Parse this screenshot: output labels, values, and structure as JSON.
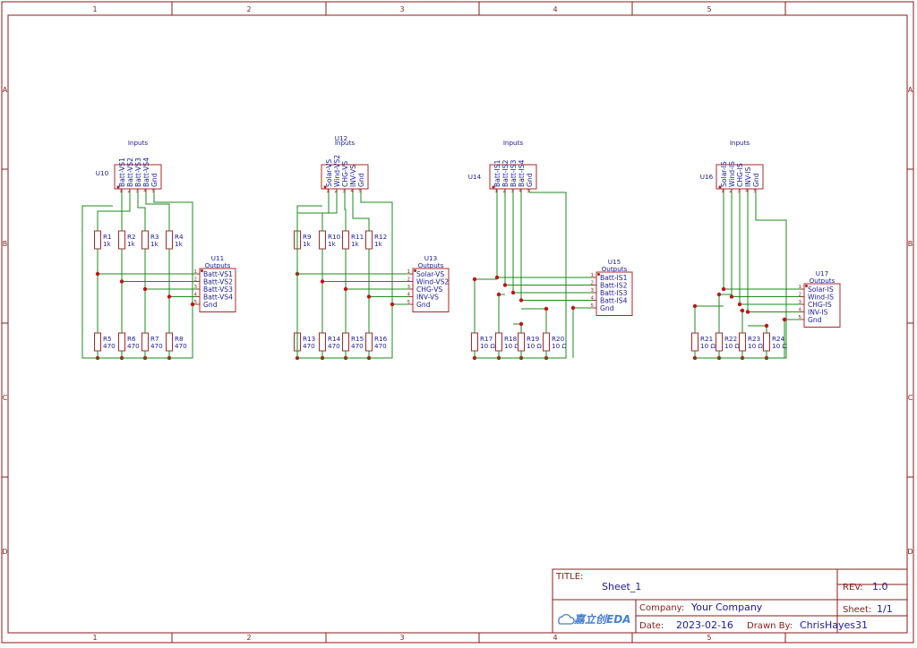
{
  "zones": {
    "columns": [
      "1",
      "2",
      "3",
      "4",
      "5"
    ],
    "rows": [
      "A",
      "B",
      "C",
      "D"
    ]
  },
  "colors": {
    "frame": "#8b1a1a",
    "wire": "#1c8a1c",
    "component": "#a8282a",
    "label": "#1a1a9e",
    "junction": "#c01414"
  },
  "blocks": [
    {
      "input_ref": "U10",
      "input_title": "Inputs",
      "input_pins": [
        "Batt-VS1",
        "Batt-VS2",
        "Batt-VS3",
        "Batt-VS4",
        "Gnd"
      ],
      "output_ref": "U11",
      "output_title": "Outputs",
      "output_pins": [
        "Batt-VS1",
        "Batt-VS2",
        "Batt-VS3",
        "Batt-VS4",
        "Gnd"
      ],
      "top_resistors": [
        {
          "ref": "R1",
          "value": "1k"
        },
        {
          "ref": "R2",
          "value": "1k"
        },
        {
          "ref": "R3",
          "value": "1k"
        },
        {
          "ref": "R4",
          "value": "1k"
        }
      ],
      "bottom_resistors": [
        {
          "ref": "R5",
          "value": "470"
        },
        {
          "ref": "R6",
          "value": "470"
        },
        {
          "ref": "R7",
          "value": "470"
        },
        {
          "ref": "R8",
          "value": "470"
        }
      ]
    },
    {
      "input_ref": "U12",
      "input_title": "Inputs",
      "input_pins": [
        "Solar-VS",
        "Wind-VS2",
        "CHG-VS",
        "INV-VS",
        "Gnd"
      ],
      "output_ref": "U13",
      "output_title": "Outputs",
      "output_pins": [
        "Solar-VS",
        "Wind-VS2",
        "CHG-VS",
        "INV-VS",
        "Gnd"
      ],
      "top_resistors": [
        {
          "ref": "R9",
          "value": "1k"
        },
        {
          "ref": "R10",
          "value": "1k"
        },
        {
          "ref": "R11",
          "value": "1k"
        },
        {
          "ref": "R12",
          "value": "1k"
        }
      ],
      "bottom_resistors": [
        {
          "ref": "R13",
          "value": "470"
        },
        {
          "ref": "R14",
          "value": "470"
        },
        {
          "ref": "R15",
          "value": "470"
        },
        {
          "ref": "R16",
          "value": "470"
        }
      ]
    },
    {
      "input_ref": "U14",
      "input_title": "Inputs",
      "input_pins": [
        "Batt-IS1",
        "Batt-IS2",
        "Batt-IS3",
        "Batt-IS4",
        "Gnd"
      ],
      "output_ref": "U15",
      "output_title": "Outputs",
      "output_pins": [
        "Batt-IS1",
        "Batt-IS2",
        "Batt-IS3",
        "Batt-IS4",
        "Gnd"
      ],
      "bottom_resistors": [
        {
          "ref": "R17",
          "value": "10 Ω"
        },
        {
          "ref": "R18",
          "value": "10 Ω"
        },
        {
          "ref": "R19",
          "value": "10 Ω"
        },
        {
          "ref": "R20",
          "value": "10 Ω"
        }
      ]
    },
    {
      "input_ref": "U16",
      "input_title": "Inputs",
      "input_pins": [
        "Solar-IS",
        "Wind-IS",
        "CHG-IS",
        "INV-IS",
        "Gnd"
      ],
      "output_ref": "U17",
      "output_title": "Outputs",
      "output_pins": [
        "Solar-IS",
        "Wind-IS",
        "CHG-IS",
        "INV-IS",
        "Gnd"
      ],
      "bottom_resistors": [
        {
          "ref": "R21",
          "value": "10 Ω"
        },
        {
          "ref": "R22",
          "value": "10 Ω"
        },
        {
          "ref": "R23",
          "value": "10 Ω"
        },
        {
          "ref": "R24",
          "value": "10 Ω"
        }
      ]
    }
  ],
  "title_block": {
    "title_label": "TITLE:",
    "title": "Sheet_1",
    "rev_label": "REV:",
    "rev": "1.0",
    "company_label": "Company:",
    "company": "Your Company",
    "sheet_label": "Sheet:",
    "sheet": "1/1",
    "logo_text": "嘉立创EDA",
    "date_label": "Date:",
    "date": "2023-02-16",
    "drawn_by_label": "Drawn By:",
    "drawn_by": "ChrisHayes31"
  }
}
